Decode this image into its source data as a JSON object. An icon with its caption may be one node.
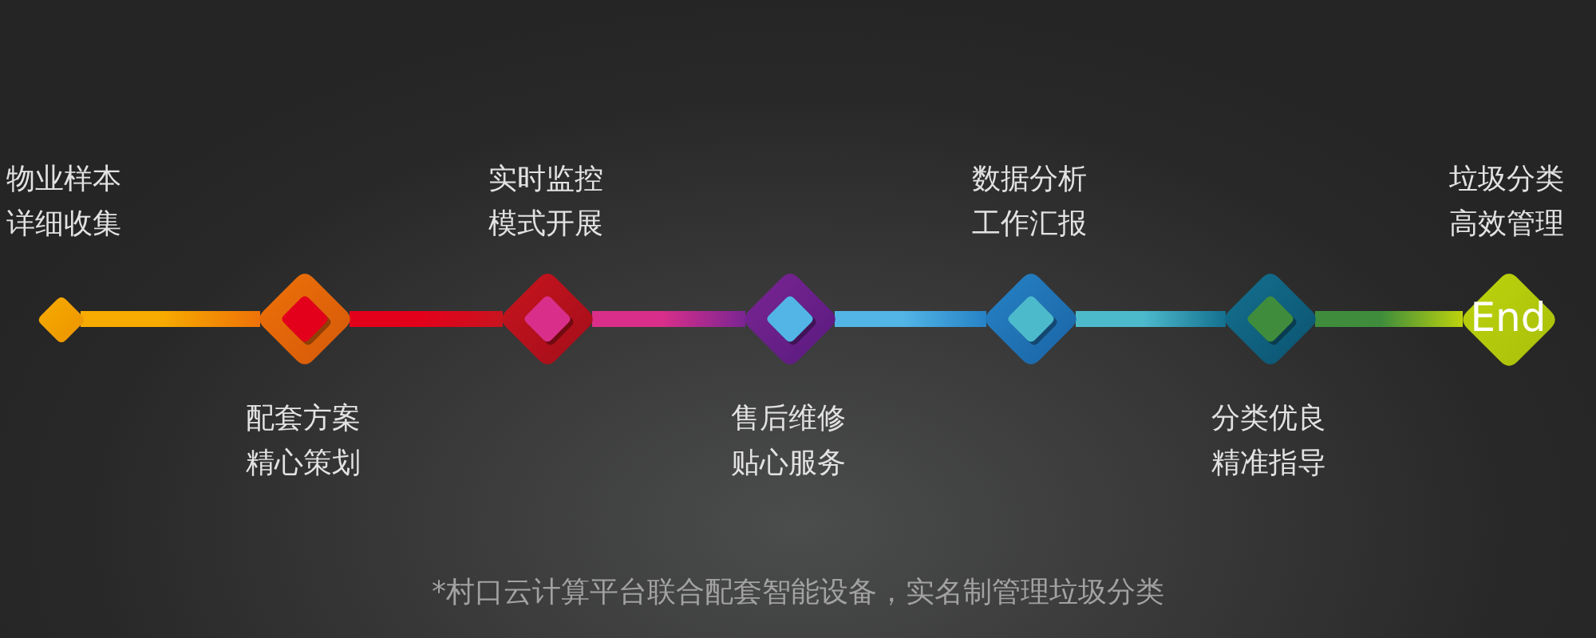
{
  "diagram": {
    "caption": "*村口云计算平台联合配套智能设备，实名制管理垃圾分类",
    "nodes": [
      {
        "text": [],
        "shape": "diamond",
        "beside": [
          "物业样本详细收集"
        ]
      },
      {
        "text": [],
        "shape": "diamond",
        "beside": [
          "配套方案精心策划"
        ]
      },
      {
        "text": [],
        "shape": "diamond",
        "beside": [
          "实时监控模式开展"
        ]
      },
      {
        "text": [],
        "shape": "diamond",
        "beside": [
          "售后维修贴心服务"
        ]
      },
      {
        "text": [],
        "shape": "diamond",
        "beside": [
          "数据分析工作汇报"
        ]
      },
      {
        "text": [],
        "shape": "diamond",
        "beside": [
          "分类优良精准指导"
        ]
      },
      {
        "text": [
          "End"
        ],
        "beside": [
          "垃圾分类高效管理"
        ]
      }
    ],
    "edges": [
      {
        "from": 0,
        "to": 1,
        "arrow": "none"
      },
      {
        "from": 1,
        "to": 2,
        "arrow": "none"
      },
      {
        "from": 2,
        "to": 3,
        "arrow": "none"
      },
      {
        "from": 3,
        "to": 4,
        "arrow": "none"
      },
      {
        "from": 4,
        "to": 5,
        "arrow": "none"
      },
      {
        "from": 5,
        "to": 6,
        "arrow": "none"
      }
    ]
  }
}
